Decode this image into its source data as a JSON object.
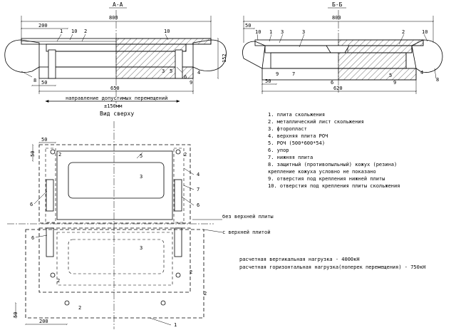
{
  "sections": {
    "aa": {
      "title": "А-А",
      "dim_width": "800",
      "dim_left": "200",
      "dim_bottom": "650",
      "dim_small": "50",
      "dim_height": "152",
      "callouts": [
        "1",
        "10",
        "2",
        "10",
        "3",
        "5",
        "4",
        "9",
        "6",
        "8"
      ]
    },
    "bb": {
      "title": "Б-Б",
      "dim_width": "800",
      "dim_left": "50",
      "dim_bottom": "620",
      "dim_small": "50",
      "callouts": [
        "10",
        "1",
        "3",
        "3",
        "2",
        "10",
        "9",
        "7",
        "6",
        "4",
        "5",
        "8",
        "9"
      ]
    }
  },
  "movement": {
    "label": "направление допустимых перемещений",
    "value": "±150мм"
  },
  "top_view": {
    "title": "Вид сверху",
    "without_plate": "без верхней плиты",
    "with_plate": "с верхней плитой",
    "dim_top": "50",
    "dim_left_side": "50",
    "dim_bottom_left": "200",
    "dim_bottom_side": "50",
    "callouts": [
      "5",
      "2",
      "2",
      "4",
      "7",
      "3",
      "6",
      "6",
      "6",
      "3",
      "2",
      "2",
      "2",
      "2",
      "1"
    ]
  },
  "legend": [
    "1. плита скольжения",
    "2. металлический лист скольжения",
    "3. фторопласт",
    "4. верхняя плита РОЧ",
    "5. РОЧ (500*600*54)",
    "6. упор",
    "7. нижняя плита",
    "8. защитный (противопыльный) кожух (резина)",
    "крепление кожуха условно не показано",
    "9. отверстия под крепления нижней плиты",
    "10. отверстия под крепления плиты скольжения"
  ],
  "loads": {
    "vertical": "расчетная вертикальная нагрузка - 4000кН",
    "horizontal": "расчетная горизонтальная нагрузка(поперек перемещения) - 750кН"
  }
}
